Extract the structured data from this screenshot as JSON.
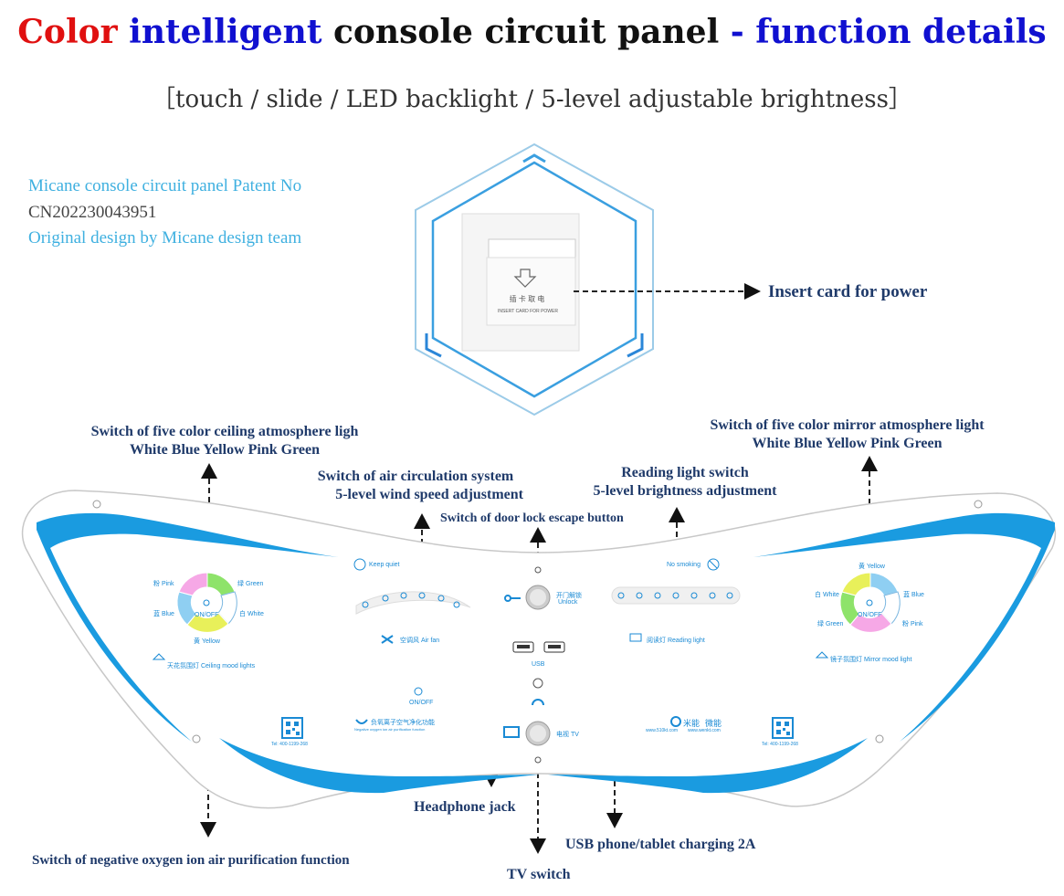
{
  "title": {
    "part1": "Color",
    "part2": "intelligent",
    "part3": "console circuit panel",
    "part4": "- function details"
  },
  "subtitle": "［touch / slide / LED backlight / 5-level adjustable brightness］",
  "patent": {
    "line1": "Micane console circuit panel Patent No",
    "line2": "CN202230043951",
    "line3": "Original design by Micane design team"
  },
  "card": {
    "chinese": "插 卡 取 电",
    "english": "INSERT CARD FOR POWER",
    "callout": "Insert card for power"
  },
  "callouts": {
    "ceiling_1": "Switch of five color ceiling atmosphere ligh",
    "ceiling_2": "White Blue Yellow Pink Green",
    "mirror_1": "Switch of five color mirror atmosphere light",
    "mirror_2": "White Blue Yellow Pink Green",
    "air_1": "Switch of air circulation system",
    "air_2": "5-level wind speed adjustment",
    "reading_1": "Reading light switch",
    "reading_2": "5-level brightness adjustment",
    "door": "Switch of door lock escape button",
    "headphone": "Headphone jack",
    "usb": "USB phone/tablet charging 2A",
    "tv": "TV switch",
    "oxygen": "Switch of negative oxygen ion air purification function"
  },
  "panel": {
    "ceiling_colors": {
      "pink": "粉 Pink",
      "green": "绿 Green",
      "blue": "蓝 Blue",
      "white": "白 White",
      "yellow": "黄 Yellow"
    },
    "mirror_colors": {
      "yellow": "黄 Yellow",
      "white": "白 White",
      "blue": "蓝 Blue",
      "green": "绿 Green",
      "pink": "粉 Pink"
    },
    "onoff": "ON/OFF",
    "keep_quiet": "Keep quiet",
    "no_smoking": "No smoking",
    "air_fan": "空调风 Air fan",
    "unlock_cn": "开门解锁",
    "unlock_en": "Unlock",
    "reading_light": "阅读灯 Reading light",
    "ceiling_mood": "天花氛围灯 Ceiling mood lights",
    "mirror_mood": "镜子氛围灯 Mirror mood light",
    "usb": "USB",
    "tv": "电视 TV",
    "oxygen_onoff": "ON/OFF",
    "oxygen_cn": "负氧离子空气净化功能",
    "oxygen_en": "Negative oxygen ion air purification function",
    "tel_left": "Tel: 400-1199-268",
    "tel_right": "Tel: 400-1199-268",
    "brand1": "米能",
    "brand2": "微能",
    "site1": "www.510kt.com",
    "site2": "www.wenkt.com"
  },
  "colors": {
    "title_red": "#e01010",
    "title_blue": "#1010d0",
    "title_black": "#111111",
    "accent_blue": "#1a9be0",
    "callout_navy": "#1f3a6a"
  }
}
